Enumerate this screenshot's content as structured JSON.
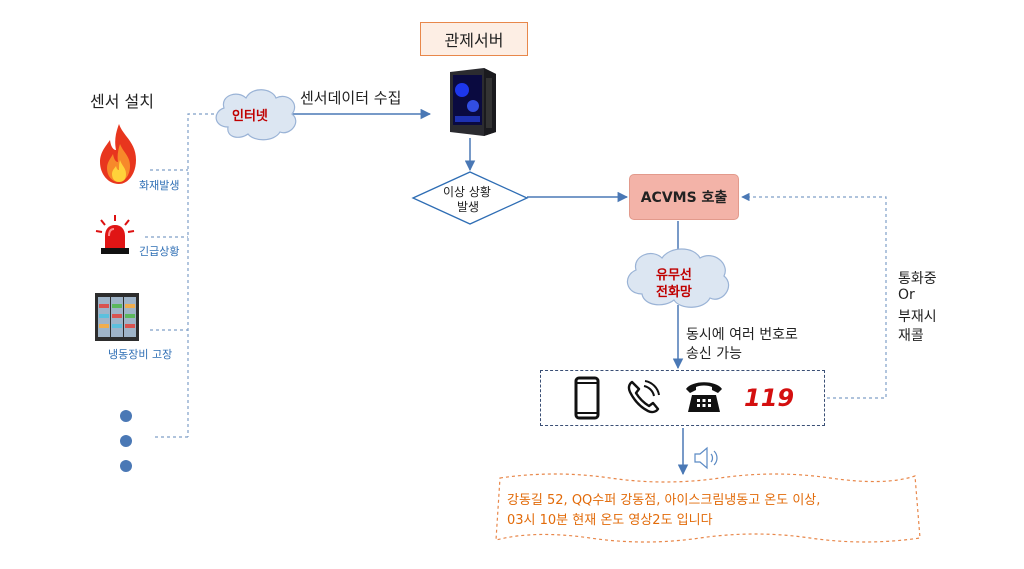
{
  "server": {
    "title": "관제서버"
  },
  "sensors": {
    "header": "센서 설치",
    "items": [
      {
        "icon": "fire-icon",
        "label": "화재발생"
      },
      {
        "icon": "siren-icon",
        "label": "긴급상황"
      },
      {
        "icon": "refrigerator-icon",
        "label": "냉동장비 고장"
      }
    ]
  },
  "network": {
    "internet": "인터넷",
    "collect": "센서데이터 수집",
    "phone_net_line1": "유무선",
    "phone_net_line2": "전화망"
  },
  "decision": {
    "line1": "이상 상황",
    "line2": "발생"
  },
  "call": {
    "label": "ACVMS 호출"
  },
  "send_note": {
    "line1": "동시에 여러 번호로",
    "line2": "송신 가능"
  },
  "retry_note": {
    "line1": "통화중",
    "line2": "Or",
    "line3": "부재시",
    "line4": "재콜"
  },
  "devices": [
    {
      "icon": "mobile-phone-icon"
    },
    {
      "icon": "phone-call-icon"
    },
    {
      "icon": "telephone-icon"
    },
    {
      "icon": "emergency-119-icon",
      "text": "119"
    }
  ],
  "message": {
    "line1": "강동길 52, QQ수퍼 강동점, 아이스크림냉동고 온도 이상,",
    "line2": "03시 10분 현재 온도 영상2도 입니다"
  },
  "colors": {
    "arrow": "#4a78b5",
    "dashed": "#7f9fc8",
    "cloud_fill": "#dce6f2",
    "cloud_stroke": "#9ab3d6",
    "cloud_text": "#c00000",
    "sensor_label": "#2f6fb5",
    "call_box": "#f3b3a8",
    "server_box_fill": "#fdeee4",
    "server_box_stroke": "#e8874a",
    "message_text": "#e26b0a",
    "message_border": "#e8874a"
  }
}
